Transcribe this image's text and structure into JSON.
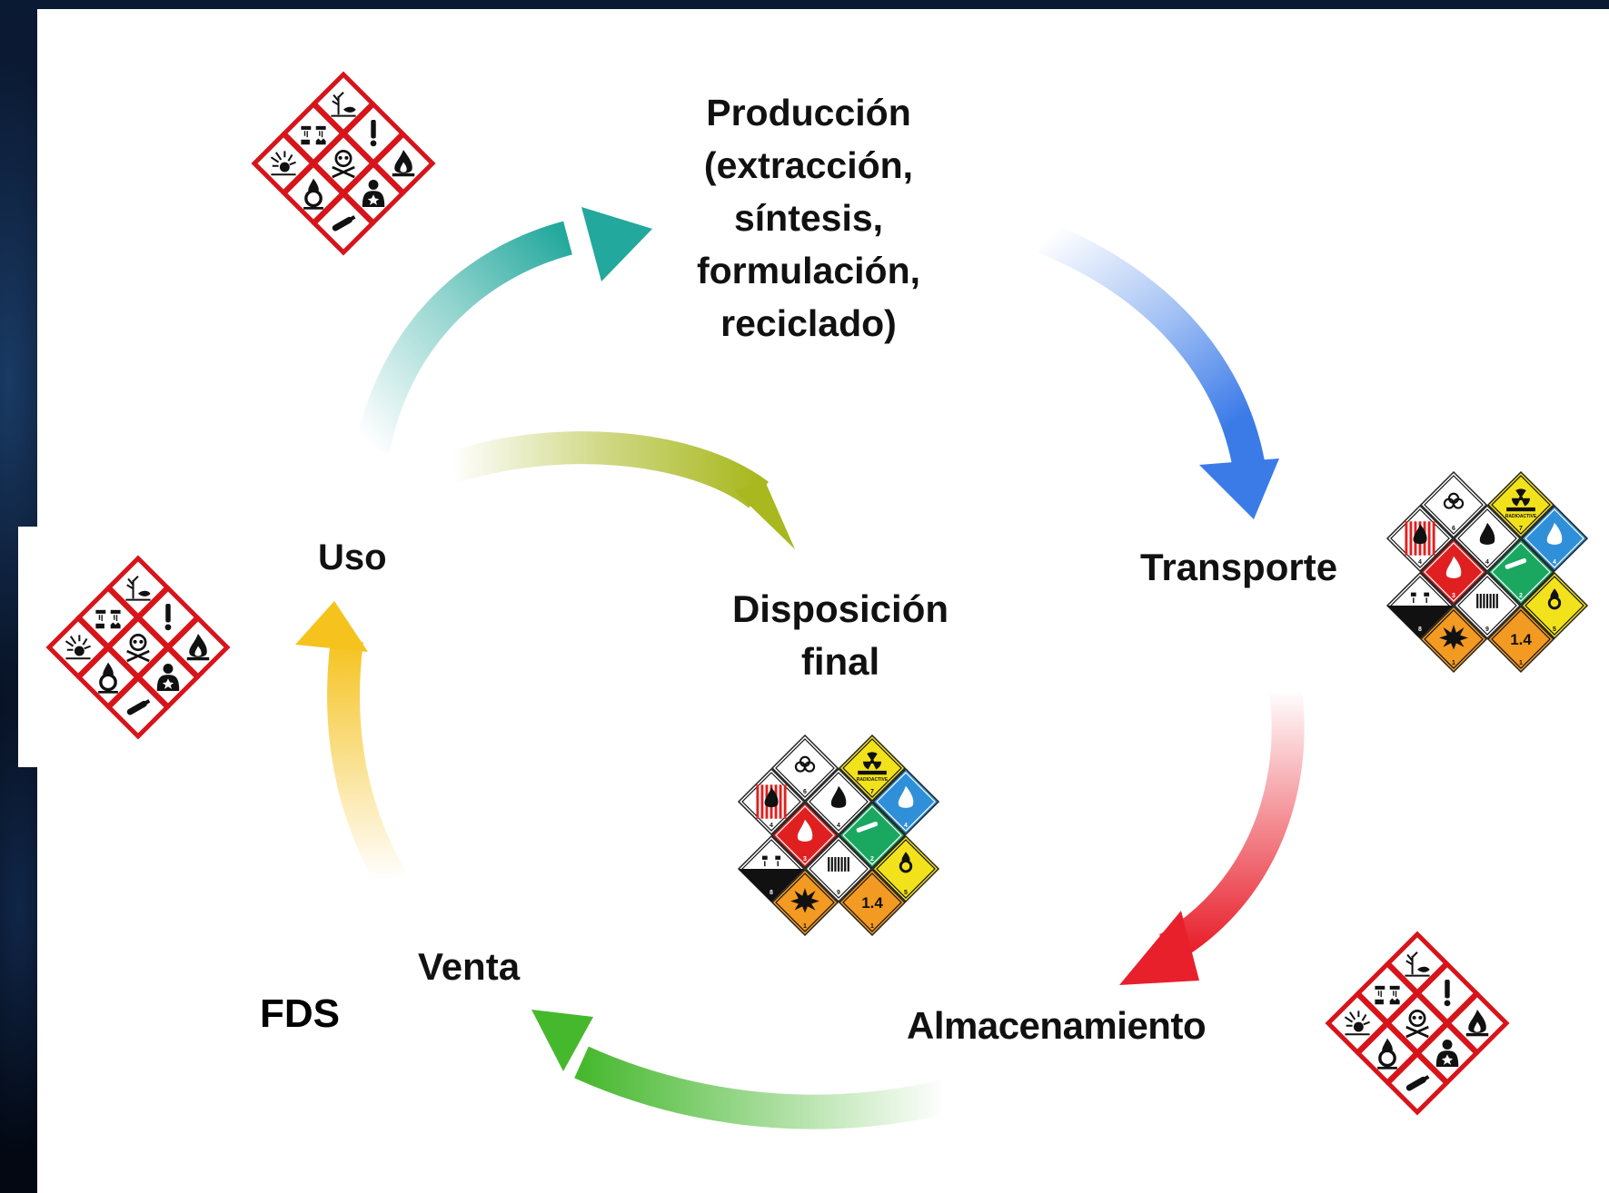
{
  "labels": {
    "produccion": "Producción\n(extracción,\nsíntesis,\nformulación,\nreciclado)",
    "transporte": "Transporte",
    "uso": "Uso",
    "disposicion": "Disposición\nfinal",
    "venta": "Venta",
    "fds": "FDS",
    "almacenamiento": "Almacenamiento"
  },
  "ghs_pictograms": [
    "environment",
    "corrosion",
    "exclamation",
    "explosive",
    "skull-crossbones",
    "flame",
    "flame-over-circle",
    "health-hazard",
    "gas-cylinder"
  ],
  "transport_placards": [
    {
      "color": "#ffffff",
      "symbol": "biohazard",
      "num": "6"
    },
    {
      "color": "#f2e21c",
      "symbol": "radiation",
      "num": "7",
      "text": "RADIOACTIVE"
    },
    {
      "color": "#e02020",
      "symbol": "stripes-flame",
      "num": "4"
    },
    {
      "color": "#ffffff",
      "symbol": "flame",
      "num": "4"
    },
    {
      "color": "#2f8fd8",
      "symbol": "flame",
      "num": "4"
    },
    {
      "color": "#e02020",
      "symbol": "flame",
      "num": "3"
    },
    {
      "color": "#1aa860",
      "symbol": "cylinder",
      "num": "2"
    },
    {
      "color": "#ffffff",
      "symbol": "corrosive",
      "num": "8"
    },
    {
      "color": "#ffffff",
      "symbol": "stripes",
      "num": "9"
    },
    {
      "color": "#f2e21c",
      "symbol": "oxidizer",
      "num": "5"
    },
    {
      "color": "#f39a22",
      "symbol": "explosion",
      "num": "1"
    },
    {
      "color": "#f39a22",
      "symbol": "1.4",
      "num": "1",
      "text": "1.4"
    }
  ],
  "arrow_colors": {
    "produccion": "#22a89c",
    "transporte": "#3b7be8",
    "almacenamiento": "#e8202c",
    "venta": "#46b82e",
    "uso": "#f5c21e",
    "disposicion": "#a8b81e"
  }
}
